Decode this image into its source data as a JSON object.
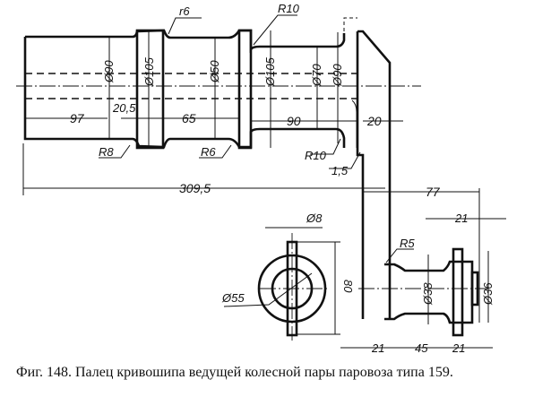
{
  "figure": {
    "caption": "Фиг. 148. Палец кривошипа ведущей колесной пары паровоза типа 159."
  },
  "main_view": {
    "radii": {
      "r16": "r6",
      "r10_top": "R10",
      "r8": "R8",
      "r6": "R6",
      "r10_bottom": "R10",
      "fillet_15": "1,5"
    },
    "diameters": {
      "d90_left": "Ø90",
      "d105_collar": "Ø105",
      "d50_neck": "Ø50",
      "d105_right": "Ø105",
      "d70": "Ø70",
      "d90_right": "Ø90"
    },
    "lengths": {
      "l97": "97",
      "l20_5": "20,5",
      "l65": "65",
      "l90": "90",
      "l20": "20",
      "l309_5": "309,5"
    }
  },
  "side_view": {
    "hole_diameter": "Ø8",
    "bore_diameter": "Ø55",
    "height": "80"
  },
  "end_view": {
    "r5": "R5",
    "l77": "77",
    "l21_top": "21",
    "d38": "Ø38",
    "d36": "Ø36",
    "l21_left": "21",
    "l45": "45",
    "l21_bottom": "21"
  }
}
